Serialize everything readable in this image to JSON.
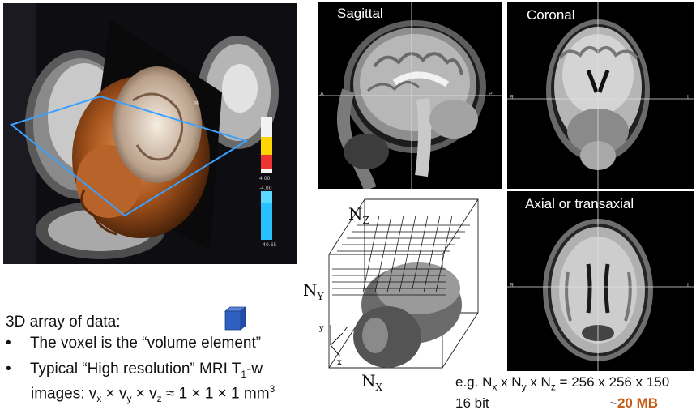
{
  "views": {
    "sagittal": "Sagittal",
    "coronal": "Coronal",
    "axial": "Axial or transaxial"
  },
  "sagittal_markers": {
    "left": "A",
    "right": "P"
  },
  "coronal_markers": {
    "left": "R",
    "right": "L"
  },
  "axial_markers": {
    "left": "R",
    "right": "L"
  },
  "volume": {
    "nz_base": "N",
    "nz_sub": "Z",
    "ny_base": "N",
    "ny_sub": "Y",
    "nx_base": "N",
    "nx_sub": "X",
    "axis_x": "x",
    "axis_y": "y",
    "axis_z": "z"
  },
  "monitor_photo": {
    "scale_values": [
      "4.00",
      "-4.00",
      "-40.65"
    ]
  },
  "text": {
    "heading": "3D array of data:",
    "bullet1": "The voxel is the “volume element”",
    "bullet2_a": "Typical “High resolution” MRI T",
    "bullet2_sub": "1",
    "bullet2_b": "-w",
    "bullet3_a": "images: v",
    "v_x": "x",
    "times1": " × v",
    "v_y": "y",
    "times2": " × v",
    "v_z": "z",
    "approx": " ≈ 1 × 1 × 1 mm",
    "cube_sup": "3",
    "eg_prefix": "e.g. N",
    "eg_x": "x",
    "eg_mid1": " x N",
    "eg_y": "y",
    "eg_mid2": " x N",
    "eg_z": "z",
    "eg_value": " = 256 x 256 x 150",
    "bits": "16 bit",
    "tilde": "~",
    "size": "20 MB"
  },
  "colors": {
    "accent": "#c55a11",
    "voxel_cube": "#2f5fbf",
    "plane": "#3aa0ff"
  }
}
